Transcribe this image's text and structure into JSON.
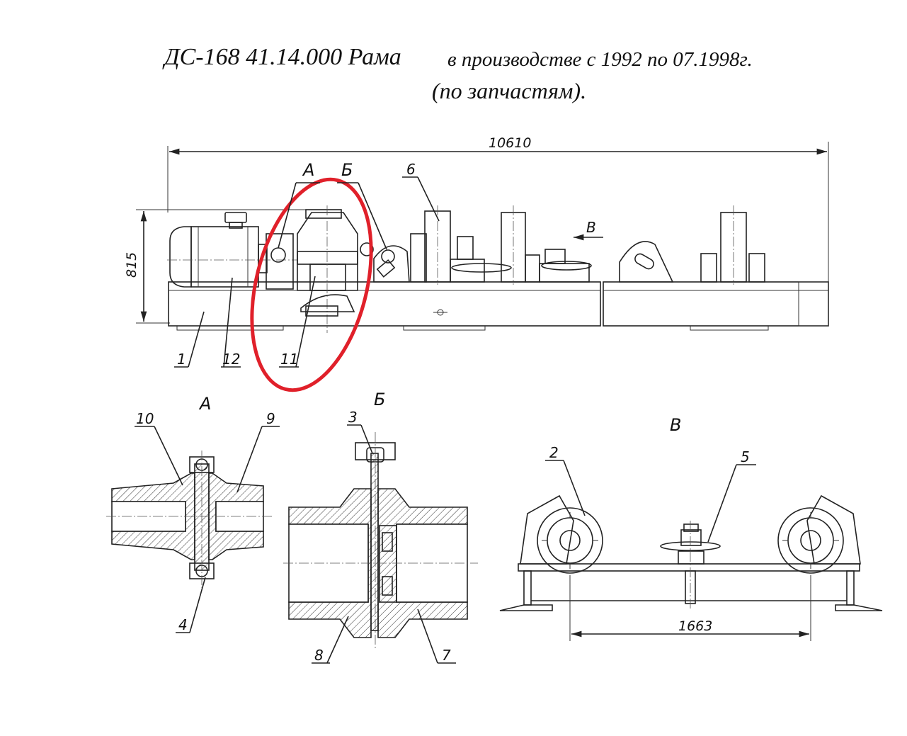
{
  "title": {
    "main": "ДС-168 41.14.000 Рама",
    "note": "в производстве с 1992 по 07.1998г.",
    "note_paren": "(по запчастям)."
  },
  "dimensions": {
    "overall_length": "10610",
    "height": "815",
    "rail_span": "1663"
  },
  "section_labels": {
    "a": "А",
    "b": "Б",
    "v": "В"
  },
  "callouts": {
    "p1": "1",
    "p2": "2",
    "p3": "3",
    "p4": "4",
    "p5": "5",
    "p6": "6",
    "p7": "7",
    "p8": "8",
    "p9": "9",
    "p10": "10",
    "p11": "11",
    "p12": "12"
  },
  "highlight_color": "#e0202a"
}
